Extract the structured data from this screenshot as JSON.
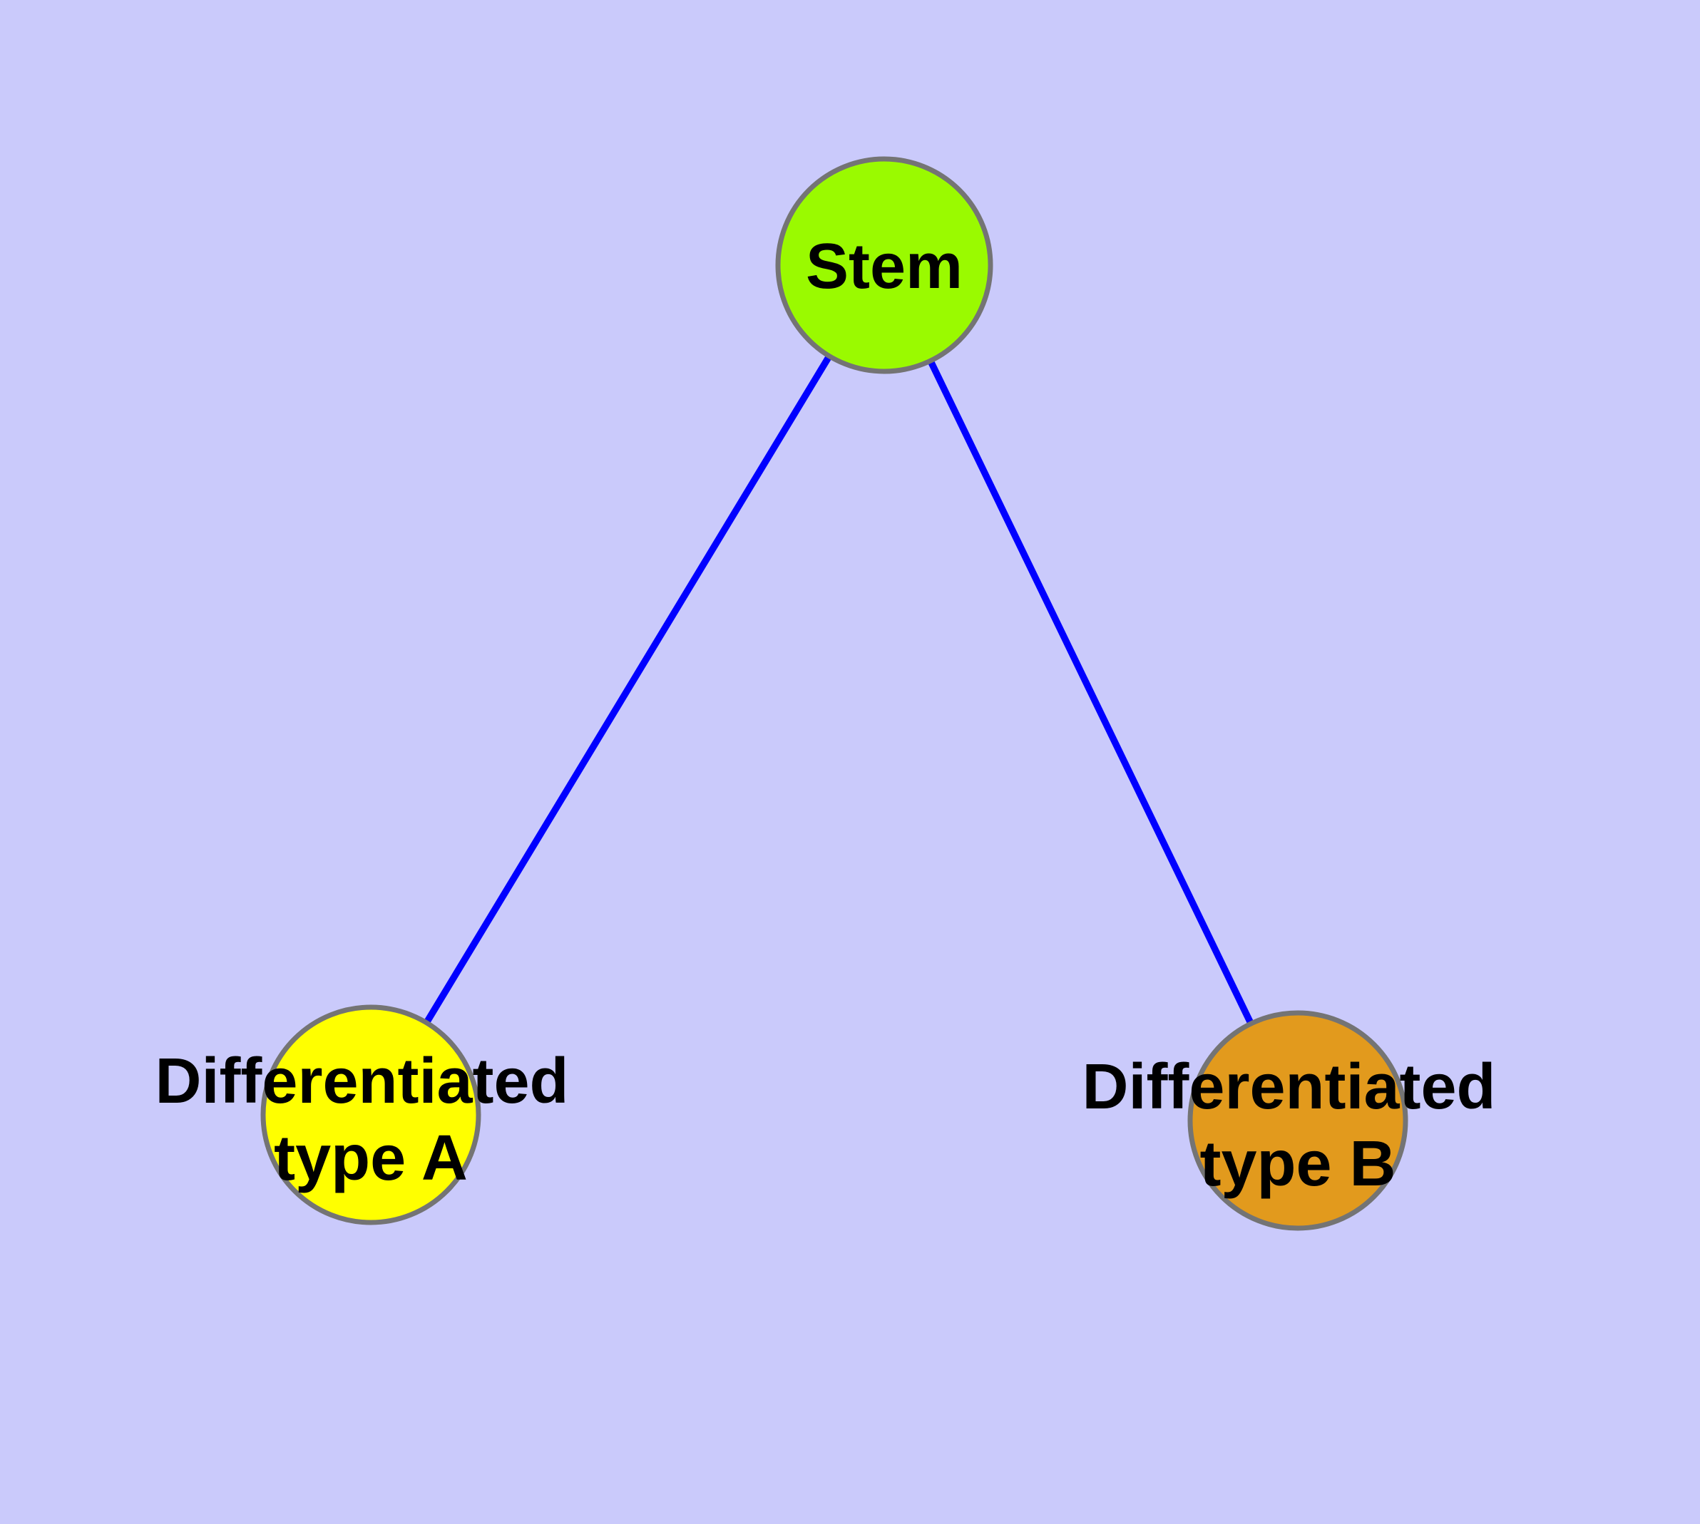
{
  "canvas": {
    "background": "#CACAFB",
    "node_border_color": "#747474",
    "text_color": "#000000"
  },
  "edges": {
    "color": "#0000FF",
    "list": [
      {
        "from": "stem",
        "to": "differentiated-type-a"
      },
      {
        "from": "stem",
        "to": "differentiated-type-b"
      }
    ]
  },
  "nodes": {
    "stem": {
      "label": "Stem",
      "fill": "#9AFA00"
    },
    "type_a": {
      "label_line1": "Differentiated",
      "label_line2": "type A",
      "fill": "#FFFF00"
    },
    "type_b": {
      "label_line1": "Differentiated",
      "label_line2": "type B",
      "fill": "#E29A1D"
    }
  }
}
